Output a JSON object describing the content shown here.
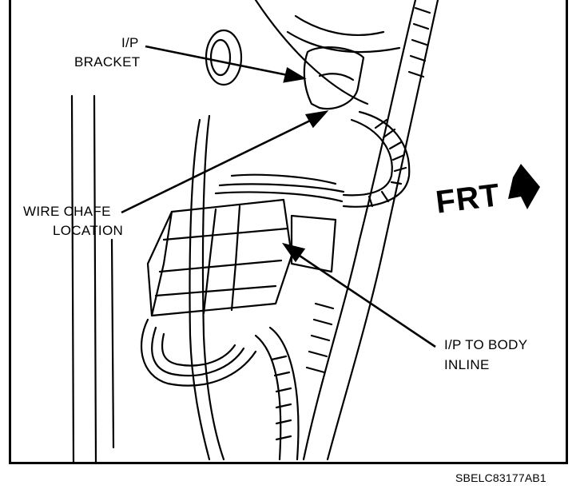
{
  "labels": {
    "ip_bracket_line1": "I/P",
    "ip_bracket_line2": "BRACKET",
    "wire_chafe_line1": "WIRE CHAFE",
    "wire_chafe_line2": "LOCATION",
    "inline_line1": "I/P TO BODY",
    "inline_line2": "INLINE",
    "front": "FRT"
  },
  "figure_code": "SBELC83177AB1",
  "colors": {
    "ink": "#000000",
    "paper": "#ffffff"
  }
}
